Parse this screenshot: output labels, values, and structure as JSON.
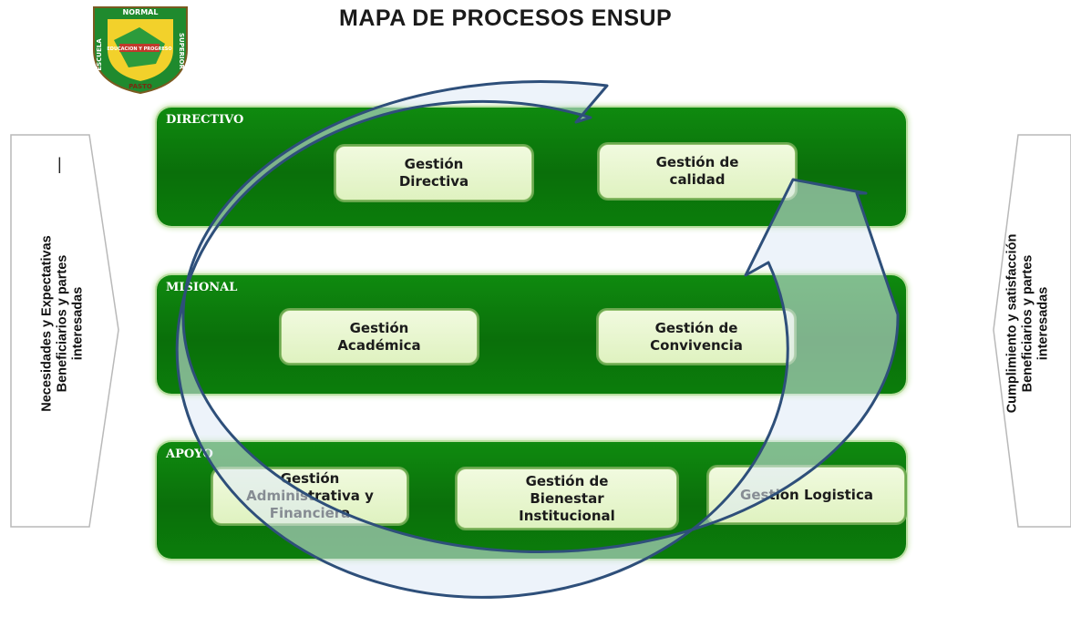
{
  "title": "MAPA DE PROCESOS ENSUP",
  "logo": {
    "top": "NORMAL",
    "left": "ESCUELA",
    "right": "SUPERIOR",
    "bottom": "PASTO",
    "center": "EDUCACION Y PROGRESO"
  },
  "left_arrow": {
    "lines": [
      "Necesidades y Expectativas",
      "Beneficiarios y partes",
      "interesadas"
    ],
    "mark": "|"
  },
  "right_arrow": {
    "lines": [
      "Cumplimiento y satisfacción",
      "Beneficiarios y partes",
      "interesadas"
    ]
  },
  "bands": [
    {
      "label": "DIRECTIVO",
      "boxes": [
        {
          "line1": "Gestión",
          "line2": "Directiva"
        },
        {
          "line1": "Gestión de",
          "line2": "calidad"
        }
      ]
    },
    {
      "label": "MISIONAL",
      "boxes": [
        {
          "line1": "Gestión",
          "line2": "Académica"
        },
        {
          "line1": "Gestión de",
          "line2": "Convivencia"
        }
      ]
    },
    {
      "label": "APOYO",
      "boxes": [
        {
          "line1": "Gestión",
          "line2": "Administrativa y",
          "line3": "Financiera"
        },
        {
          "line1": "Gestión de",
          "line2": "Bienestar",
          "line3": "Institucional"
        },
        {
          "line1": "Gestion Logistica"
        }
      ]
    }
  ],
  "colors": {
    "band_green": "#0b7d0b",
    "box_fill": "#e6f5cf",
    "box_border": "#6aa84f",
    "cycle_arrow": "#2e4f7a"
  }
}
